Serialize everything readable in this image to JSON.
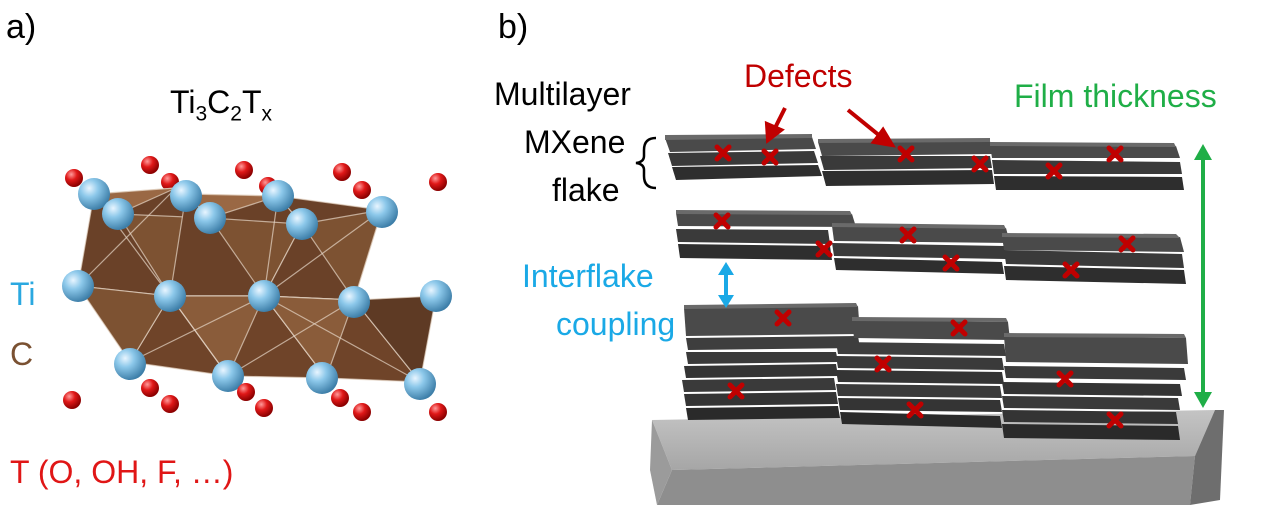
{
  "panel_a": {
    "label": "a)",
    "formula": {
      "base1": "Ti",
      "sub1": "3",
      "base2": "C",
      "sub2": "2",
      "base3": "T",
      "sub3": "x"
    },
    "legend": {
      "ti": "Ti",
      "c": "C",
      "t": "T (O, OH, F, …)"
    }
  },
  "panel_b": {
    "label": "b)",
    "multilayer_line1": "Multilayer",
    "multilayer_line2": "MXene",
    "multilayer_line3": "flake",
    "defects": "Defects",
    "film_thickness": "Film thickness",
    "interflake_line1": "Interflake",
    "interflake_line2": "coupling"
  },
  "colors": {
    "ti": "#79b8df",
    "carbon": "#7a5132",
    "termination": "#d91818",
    "defect": "#c00000",
    "film_thickness": "#1fae47",
    "interflake": "#1aa9e6",
    "flake": "#3a3a3a",
    "substrate": "#a8a8a8"
  }
}
